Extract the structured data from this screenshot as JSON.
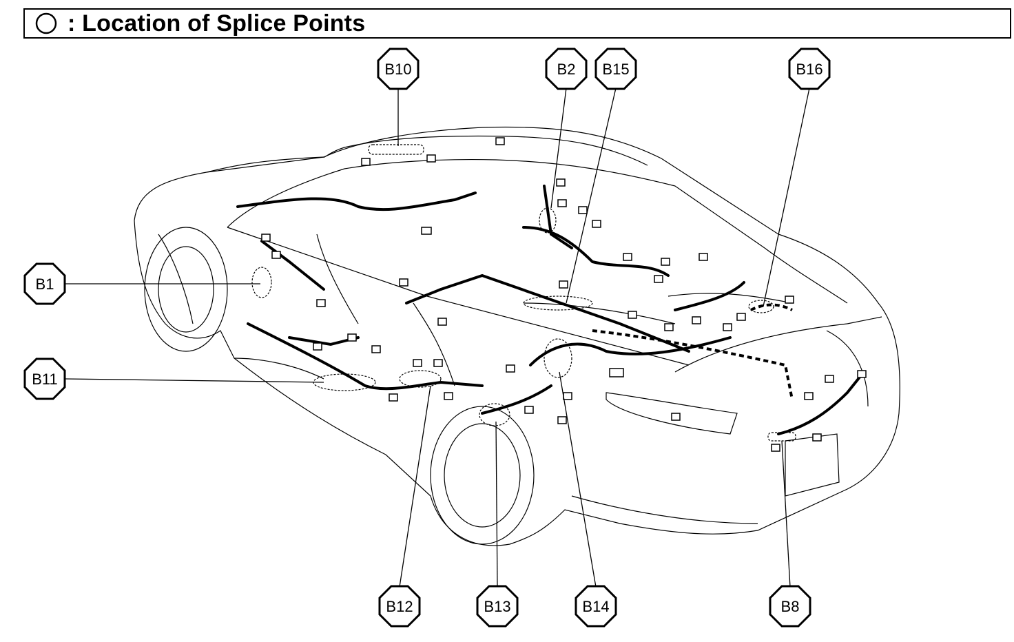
{
  "header": {
    "title": ": Location of Splice Points",
    "icon": "circle-outline-icon"
  },
  "splice_points": [
    {
      "id": "b10",
      "label": "B10"
    },
    {
      "id": "b2",
      "label": "B2"
    },
    {
      "id": "b15",
      "label": "B15"
    },
    {
      "id": "b16",
      "label": "B16"
    },
    {
      "id": "b1",
      "label": "B1"
    },
    {
      "id": "b11",
      "label": "B11"
    },
    {
      "id": "b12",
      "label": "B12"
    },
    {
      "id": "b13",
      "label": "B13"
    },
    {
      "id": "b14",
      "label": "B14"
    },
    {
      "id": "b8",
      "label": "B8"
    }
  ]
}
